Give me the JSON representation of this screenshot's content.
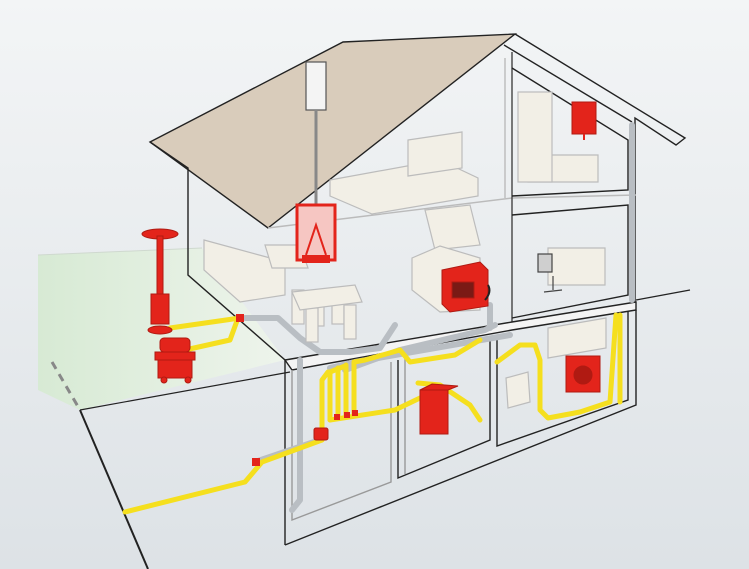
{
  "diagram": {
    "kind": "cutaway house gas installation illustration",
    "colors": {
      "background_top": "#f3f5f6",
      "background_bottom": "#dfe4e7",
      "lawn": "#dfeedd",
      "roof": "#d9ccbb",
      "outline": "#222222",
      "pipe_gas": "#f5df1e",
      "pipe_existing": "#b9bec3",
      "appliance": "#e3241b",
      "furniture": "#f2efe6",
      "furniture_stroke": "#bcbcbc"
    },
    "appliances": [
      "patio-heater",
      "barbecue-grill",
      "gas-meter",
      "gas-boiler",
      "gas-stove-fireplace",
      "gas-cooker",
      "wall-boiler",
      "washing-machine",
      "gas-fireplace-column"
    ],
    "rooms": [
      "attic-bedroom",
      "attic-bathroom",
      "living-room",
      "kitchen",
      "office",
      "basement-left",
      "basement-middle",
      "basement-right"
    ]
  }
}
